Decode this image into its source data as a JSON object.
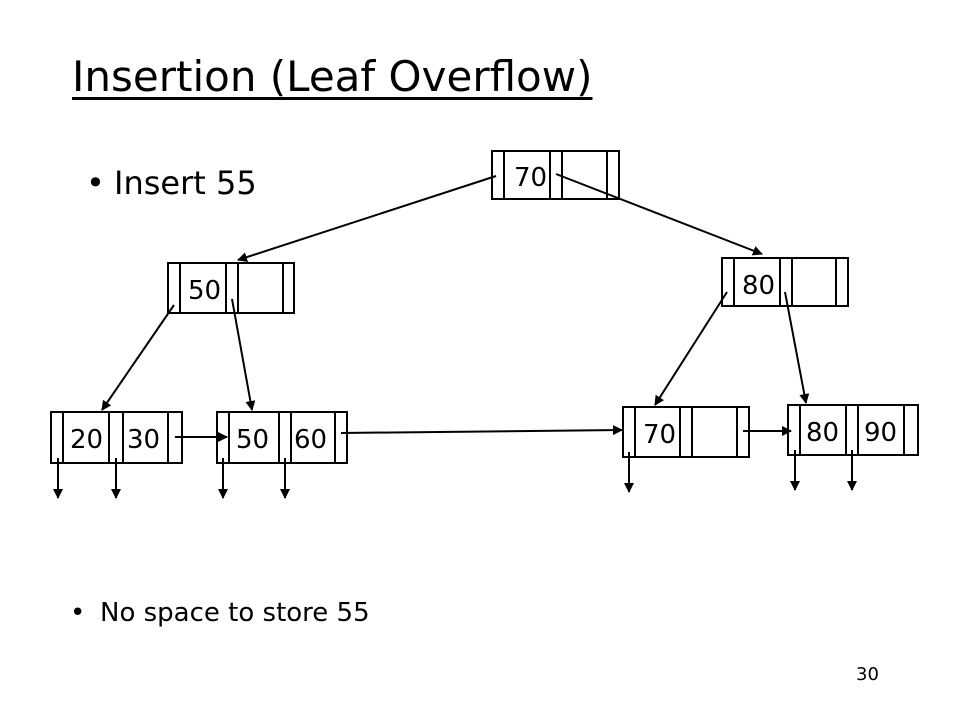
{
  "title": "Insertion (Leaf Overflow)",
  "bullets": [
    {
      "dot": "•",
      "text": "Insert 55"
    },
    {
      "dot": "•",
      "text": "No space to store 55"
    }
  ],
  "page_number": "30",
  "tree": {
    "root": {
      "keys": [
        "70",
        ""
      ]
    },
    "internal_left": {
      "keys": [
        "50",
        ""
      ]
    },
    "internal_right": {
      "keys": [
        "80",
        ""
      ]
    },
    "leaves": [
      {
        "keys": [
          "20",
          "30"
        ]
      },
      {
        "keys": [
          "50",
          "60"
        ]
      },
      {
        "keys": [
          "70",
          ""
        ]
      },
      {
        "keys": [
          "80",
          "90"
        ]
      }
    ]
  }
}
